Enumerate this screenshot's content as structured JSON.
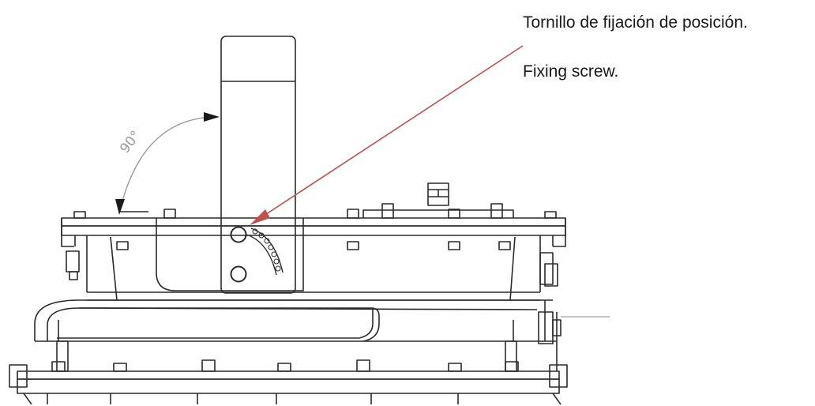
{
  "callout": {
    "label_es": "Tornillo de fijación de posición.",
    "label_en": "Fixing screw.",
    "arrow_color": "#c0504d"
  },
  "angle": {
    "text": "90°"
  }
}
